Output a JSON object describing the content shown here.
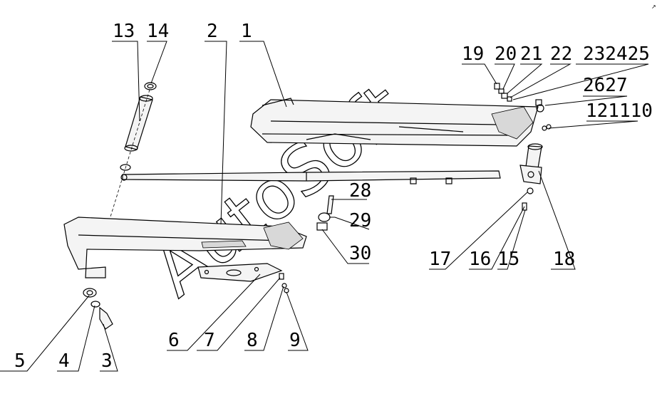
{
  "callouts": [
    "1",
    "2",
    "3",
    "4",
    "5",
    "6",
    "7",
    "8",
    "9",
    "13",
    "14",
    "15",
    "16",
    "17",
    "18",
    "19",
    "20",
    "21",
    "22",
    "232425",
    "2627",
    "121110",
    "28",
    "29",
    "30"
  ],
  "watermark": "AutoSoft"
}
